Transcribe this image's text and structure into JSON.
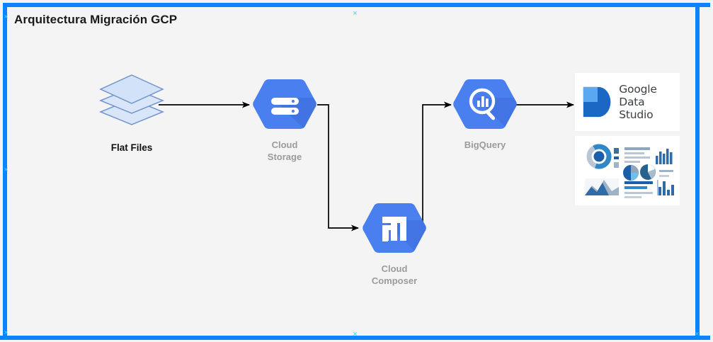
{
  "diagram": {
    "title": "Arquitectura Migración GCP",
    "background_color": "#f4f4f4",
    "selection_border_color": "#0b84ff",
    "handle_color": "#35d2f5",
    "handle_glyph": "×"
  },
  "nodes": [
    {
      "id": "flat-files",
      "label": "Flat Files",
      "icon": "layers-stack-icon",
      "label_color": "#111111",
      "fill": "#d6e4f7",
      "stroke": "#6f92c9"
    },
    {
      "id": "cloud-storage",
      "label_line1": "Cloud",
      "label_line2": "Storage",
      "icon": "cloud-storage-hexagon-icon",
      "label_color": "#9b9b9b",
      "fill": "#4a7ff0",
      "shadow": "#3d6cd6"
    },
    {
      "id": "cloud-composer",
      "label_line1": "Cloud",
      "label_line2": "Composer",
      "icon": "cloud-composer-hexagon-icon",
      "label_color": "#9b9b9b",
      "fill": "#4a7ff0",
      "shadow": "#3d6cd6"
    },
    {
      "id": "bigquery",
      "label_line1": "BigQuery",
      "label_line2": "",
      "icon": "bigquery-hexagon-icon",
      "label_color": "#9b9b9b",
      "fill": "#4a7ff0",
      "shadow": "#3d6cd6"
    }
  ],
  "data_studio": {
    "logo_icon": "google-data-studio-logo-icon",
    "brand_line1": "Google",
    "brand_line2": "Data Studio",
    "dashboard_icon": "dashboard-preview-icon",
    "card_background": "#ffffff",
    "logo_light_blue": "#5aa9f0",
    "logo_dark_blue": "#1b67c4"
  },
  "connectors": [
    {
      "id": "flatfiles-to-storage",
      "from": "flat-files",
      "to": "cloud-storage",
      "style": "straight-arrow"
    },
    {
      "id": "storage-to-composer",
      "from": "cloud-storage",
      "to": "cloud-composer",
      "style": "orthogonal-arrow"
    },
    {
      "id": "composer-to-bigquery",
      "from": "cloud-composer",
      "to": "bigquery",
      "style": "orthogonal-arrow"
    },
    {
      "id": "bigquery-to-datastudio",
      "from": "bigquery",
      "to": "data-studio",
      "style": "straight-arrow"
    }
  ],
  "handles": [
    "×",
    "×",
    "×",
    "×",
    "×",
    "×"
  ]
}
